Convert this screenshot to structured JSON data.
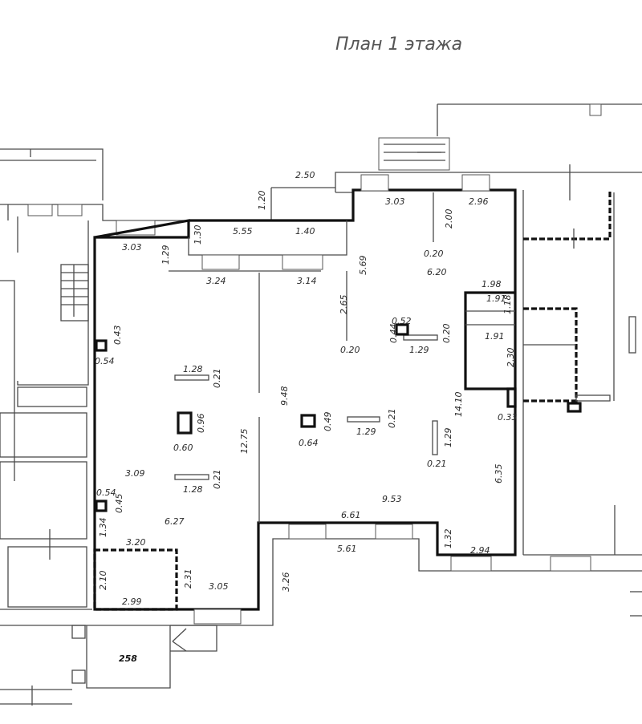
{
  "title": "План 1 этажа",
  "dimensions": [
    "2.50",
    "1.20",
    "3.03",
    "2.96",
    "5.55",
    "1.40",
    "1.30",
    "3.03",
    "1.29",
    "2.00",
    "5.69",
    "0.20",
    "6.20",
    "3.24",
    "3.14",
    "2.65",
    "1.98",
    "1.91",
    "1.18",
    "0.52",
    "0.44",
    "1.29",
    "0.20",
    "0.20",
    "1.91",
    "2.30",
    "0.43",
    "0.54",
    "1.28",
    "0.21",
    "9.48",
    "14.10",
    "0.33",
    "0.96",
    "0.60",
    "0.64",
    "0.49",
    "1.29",
    "0.21",
    "1.29",
    "0.21",
    "12.75",
    "3.09",
    "6.35",
    "1.28",
    "0.21",
    "0.54",
    "0.45",
    "9.53",
    "1.34",
    "6.27",
    "6.61",
    "3.20",
    "5.61",
    "1.32",
    "2.94",
    "2.10",
    "2.31",
    "3.05",
    "3.26",
    "2.99"
  ],
  "stair_label": "258"
}
